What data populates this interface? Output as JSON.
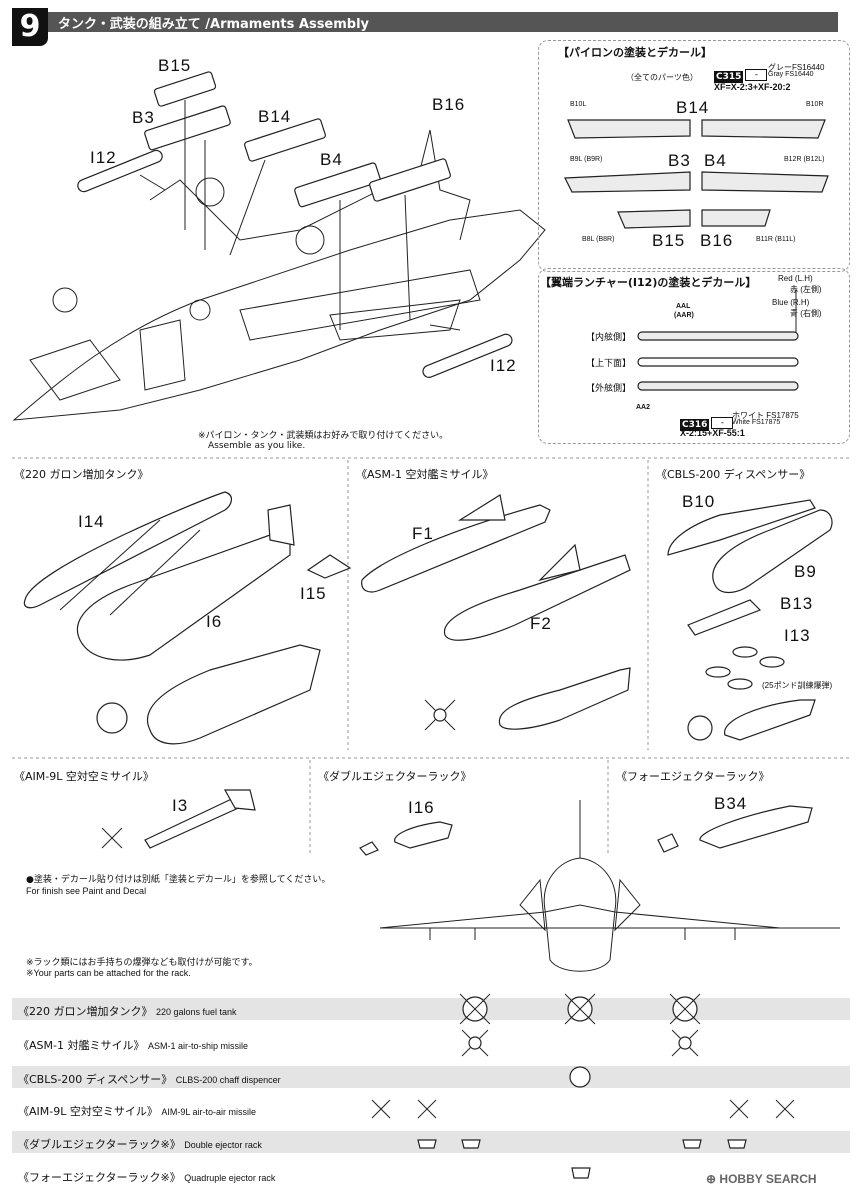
{
  "header": {
    "step": "9",
    "title": "タンク・武装の組み立て /Armaments Assembly"
  },
  "main_labels": {
    "b15": "B15",
    "b3": "B3",
    "b14": "B14",
    "b16": "B16",
    "b4": "B4",
    "i12_left": "I12",
    "i12_right": "I12"
  },
  "assemble_note": {
    "jp": "※パイロン・タンク・武装類はお好みで取り付けてください。",
    "en": "Assemble as you like."
  },
  "pylon_panel": {
    "title": "【パイロンの塗装とデカール】",
    "all_parts": "（全てのパーツ色）",
    "code": "C315",
    "code_dash": "-",
    "color_jp": "グレーFS16440",
    "color_en": "Gray FS16440",
    "mix": "XF=X-2:3+XF-20:2",
    "parts": [
      {
        "name": "B14",
        "left": "B10L",
        "right": "B10R"
      },
      {
        "name": "B3",
        "left": "B9L (B9R)"
      },
      {
        "name": "B4",
        "right": "B12R (B12L)"
      },
      {
        "name": "B15",
        "left": "B8L (B8R)"
      },
      {
        "name": "B16",
        "right": "B11R (B11L)"
      }
    ]
  },
  "launcher_panel": {
    "title": "【翼端ランチャー(I12)の塗装とデカール】",
    "red_en": "Red (L.H)",
    "red_jp": "赤 (左側)",
    "blue_en": "Blue (R.H)",
    "blue_jp": "青 (右側)",
    "aal": "AAL",
    "aar": "(AAR)",
    "aa2": "AA2",
    "rows": [
      "【内舷側】",
      "【上下面】",
      "【外舷側】"
    ],
    "code": "C316",
    "code_dash": "-",
    "color_jp": "ホワイト FS17875",
    "color_en": "White FS17875",
    "mix": "X-2:15+XF-55:1"
  },
  "sections": {
    "tank": {
      "title": "《220 ガロン増加タンク》",
      "i14": "I14",
      "i15": "I15",
      "i6": "I6"
    },
    "asm": {
      "title": "《ASM-1 空対艦ミサイル》",
      "f1": "F1",
      "f2": "F2"
    },
    "cbls": {
      "title": "《CBLS-200 ディスペンサー》",
      "b10": "B10",
      "b9": "B9",
      "b13": "B13",
      "i13": "I13",
      "note": "(25ポンド訓練爆弾)"
    },
    "aim": {
      "title": "《AIM-9L 空対空ミサイル》",
      "i3": "I3"
    },
    "double": {
      "title": "《ダブルエジェクターラック》",
      "i16": "I16"
    },
    "four": {
      "title": "《フォーエジェクターラック》",
      "b34": "B34"
    }
  },
  "finish_note": {
    "jp": "●塗装・デカール貼り付けは別紙「塗装とデカール」を参照してください。",
    "en": "For finish see Paint and Decal"
  },
  "rack_note": {
    "jp": "※ラック類にはお手持ちの爆弾なども取付けが可能です。",
    "en": "※Your parts can be attached for the rack."
  },
  "loadout_rows": [
    {
      "jp": "《220 ガロン増加タンク》",
      "en": "220 galons fuel tank"
    },
    {
      "jp": "《ASM-1 対艦ミサイル》",
      "en": "ASM-1 air-to-ship missile"
    },
    {
      "jp": "《CBLS-200 ディスペンサー》",
      "en": "CLBS-200 chaff dispencer"
    },
    {
      "jp": "《AIM-9L 空対空ミサイル》",
      "en": "AIM-9L air-to-air missile"
    },
    {
      "jp": "《ダブルエジェクターラック※》",
      "en": "Double ejector rack"
    },
    {
      "jp": "《フォーエジェクターラック※》",
      "en": "Quadruple ejector rack"
    }
  ],
  "watermark": "HOBBY SEARCH"
}
